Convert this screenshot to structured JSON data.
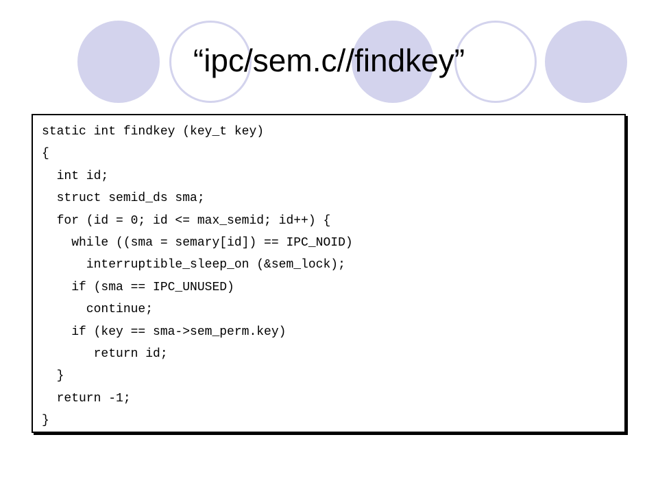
{
  "slide": {
    "title": "“ipc/sem.c//findkey”",
    "code_lines": [
      "static int findkey (key_t key)",
      "{",
      "  int id;",
      "  struct semid_ds sma;",
      "  for (id = 0; id <= max_semid; id++) {",
      "    while ((sma = semary[id]) == IPC_NOID)",
      "      interruptible_sleep_on (&sem_lock);",
      "    if (sma == IPC_UNUSED)",
      "      continue;",
      "    if (key == sma->sem_perm.key)",
      "       return id;",
      "  }",
      "  return -1;",
      "}"
    ]
  },
  "colors": {
    "circle_fill": "#d3d3ed",
    "text": "#000000",
    "background": "#ffffff"
  }
}
